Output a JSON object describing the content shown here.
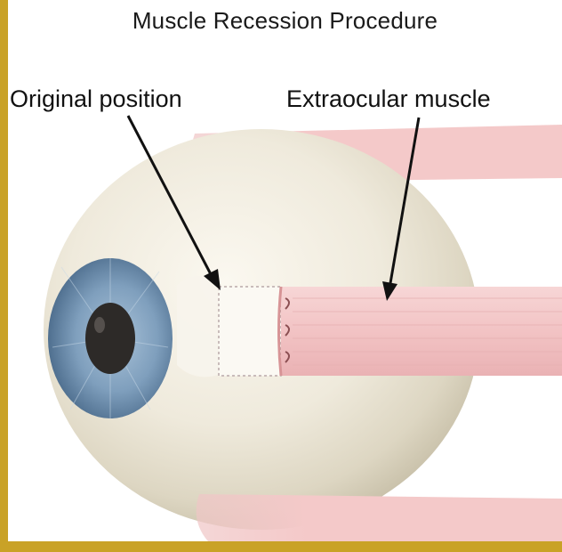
{
  "title": "Muscle Recession Procedure",
  "labels": {
    "original_position": "Original position",
    "extraocular_muscle": "Extraocular muscle"
  },
  "colors": {
    "background_border": "#c9a227",
    "sclera": "#efeadc",
    "muscle": "#f4c9c9",
    "iris": "#7f9fbd",
    "pupil": "#2d2a28"
  }
}
